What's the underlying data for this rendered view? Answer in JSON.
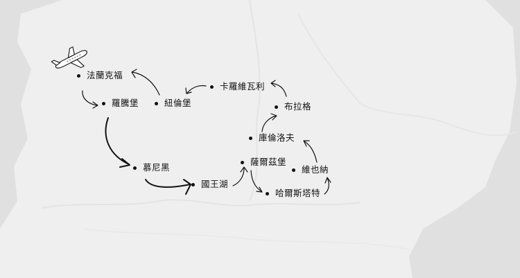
{
  "cities": [
    {
      "id": "frankfurt",
      "name": "法蘭克福"
    },
    {
      "id": "rothenburg",
      "name": "羅騰堡"
    },
    {
      "id": "nuremberg",
      "name": "紐倫堡"
    },
    {
      "id": "karlovy-vary",
      "name": "卡羅維瓦利"
    },
    {
      "id": "prague",
      "name": "布拉格"
    },
    {
      "id": "cesky-krumlov",
      "name": "庫倫洛夫"
    },
    {
      "id": "salzburg",
      "name": "薩爾茲堡"
    },
    {
      "id": "vienna",
      "name": "維也納"
    },
    {
      "id": "hallstatt",
      "name": "哈爾斯塔特"
    },
    {
      "id": "munich",
      "name": "慕尼黑"
    },
    {
      "id": "konigssee",
      "name": "國王湖"
    }
  ],
  "icons": {
    "airplane": "airplane-icon"
  },
  "colors": {
    "background": "#e2e2e2",
    "region": "#efefef",
    "text": "#111111"
  }
}
